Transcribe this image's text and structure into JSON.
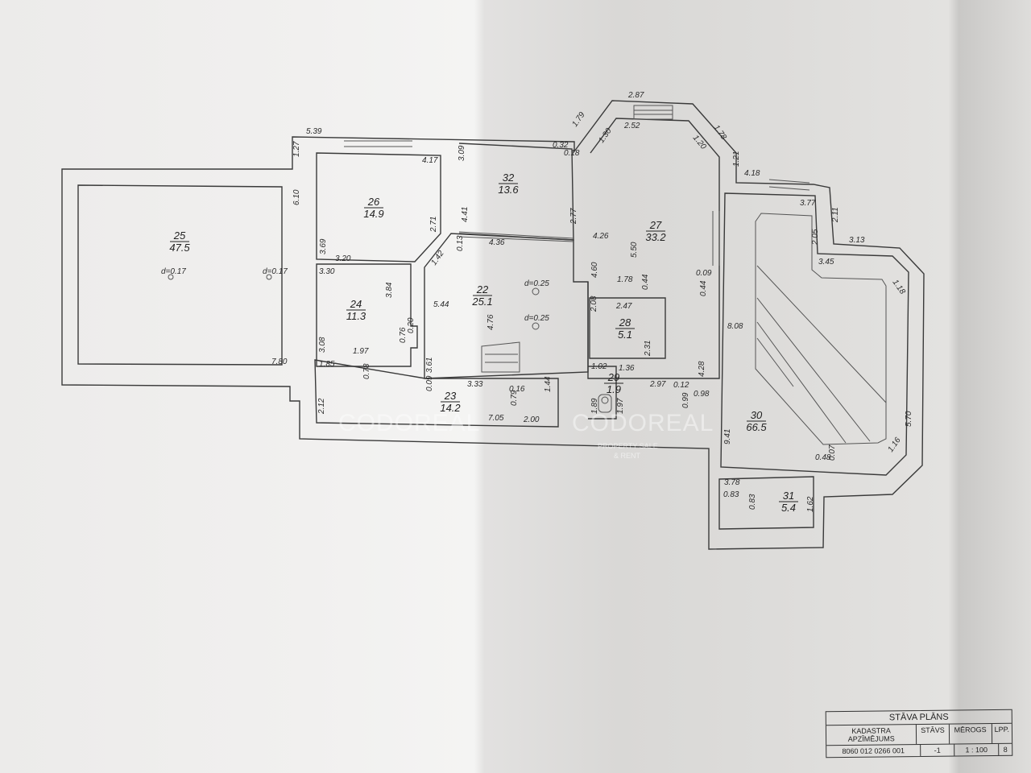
{
  "title_block": {
    "title": "STĀVA PLĀNS",
    "headers": [
      "KADASTRA APZĪMĒJUMS",
      "STĀVS",
      "MĒROGS",
      "LPP."
    ],
    "values": [
      "8060 012 0266 001",
      "-1",
      "1 : 100",
      "8"
    ]
  },
  "watermark": {
    "brand_left": "CODOREAL",
    "brand_right": "CODOREAL",
    "tagline_1": "PROPERTY SALE",
    "tagline_2": "& RENT"
  },
  "rooms": [
    {
      "number": "25",
      "area": "47.5"
    },
    {
      "number": "26",
      "area": "14.9"
    },
    {
      "number": "32",
      "area": "13.6"
    },
    {
      "number": "27",
      "area": "33.2"
    },
    {
      "number": "24",
      "area": "11.3"
    },
    {
      "number": "22",
      "area": "25.1"
    },
    {
      "number": "28",
      "area": "5.1"
    },
    {
      "number": "29",
      "area": "1.9"
    },
    {
      "number": "23",
      "area": "14.2"
    },
    {
      "number": "30",
      "area": "66.5"
    },
    {
      "number": "31",
      "area": "5.4"
    }
  ],
  "dims": [
    "5.39",
    "1.27",
    "6.10",
    "4.17",
    "3.09",
    "0.32",
    "0.18",
    "2.71",
    "4.41",
    "3.69",
    "3.20",
    "3.30",
    "1.42",
    "0.13",
    "4.36",
    "2.77",
    "3.84",
    "0.20",
    "0.76",
    "3.08",
    "1.97",
    "5.44",
    "4.76",
    "1.85",
    "0.78",
    "3.61",
    "0.09",
    "3.33",
    "0.16",
    "0.79",
    "1.44",
    "2.12",
    "7.05",
    "2.00",
    "7.80",
    "2.87",
    "1.79",
    "2.52",
    "1.30",
    "1.78",
    "1.20",
    "1.21",
    "4.18",
    "4.26",
    "5.50",
    "4.60",
    "1.78",
    "0.44",
    "0.09",
    "0.44",
    "2.08",
    "2.47",
    "2.31",
    "1.36",
    "1.02",
    "2.97",
    "0.12",
    "4.28",
    "0.99",
    "0.98",
    "1.89",
    "1.97",
    "8.08",
    "3.77",
    "2.11",
    "2.05",
    "3.13",
    "3.45",
    "1.18",
    "5.70",
    "1.16",
    "0.48",
    "0.07",
    "9.41",
    "3.78",
    "0.83",
    "0.83",
    "1.62",
    "d=0.17",
    "d=0.17",
    "d=0.25",
    "d=0.25"
  ]
}
